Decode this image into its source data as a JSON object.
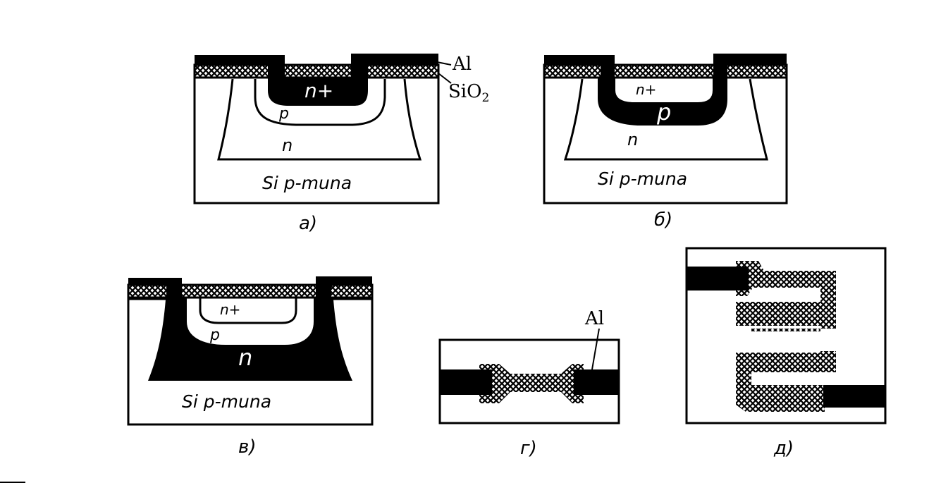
{
  "figure": {
    "labels": {
      "al": "Al",
      "sio2_base": "SiO",
      "sio2_sub": "2",
      "n_plus": "n+",
      "p": "p",
      "n": "n",
      "substrate": "Si p-muna"
    },
    "captions": [
      "а)",
      "б)",
      "в)",
      "г)",
      "д)"
    ],
    "colors": {
      "metal": "#000000",
      "background": "#ffffff",
      "hatch": "#000000"
    }
  }
}
